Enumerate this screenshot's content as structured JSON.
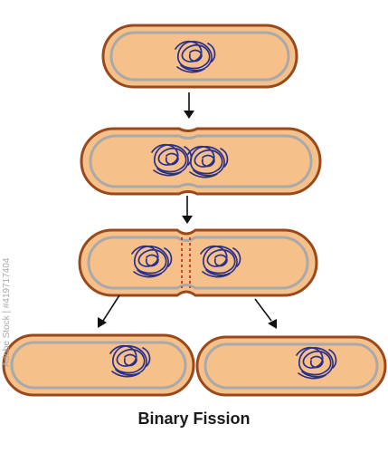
{
  "diagram": {
    "title": "Binary Fission",
    "stages": [
      {
        "name": "parent-cell",
        "description": "single bacterium with chromosome"
      },
      {
        "name": "elongation",
        "description": "cell elongates, chromosome replicates"
      },
      {
        "name": "septum-formation",
        "description": "septum forms between two chromosomes"
      },
      {
        "name": "daughter-cells",
        "description": "two daughter cells"
      }
    ],
    "colors": {
      "cytoplasm": "#f5c08a",
      "outer_wall": "#9a4a1a",
      "inner_membrane": "#a9a9a9",
      "dna": "#2b2f8c",
      "arrow": "#111111",
      "septum": "#c0392b"
    }
  },
  "watermark": {
    "stock_id": "Adobe Stock | #419717404"
  }
}
